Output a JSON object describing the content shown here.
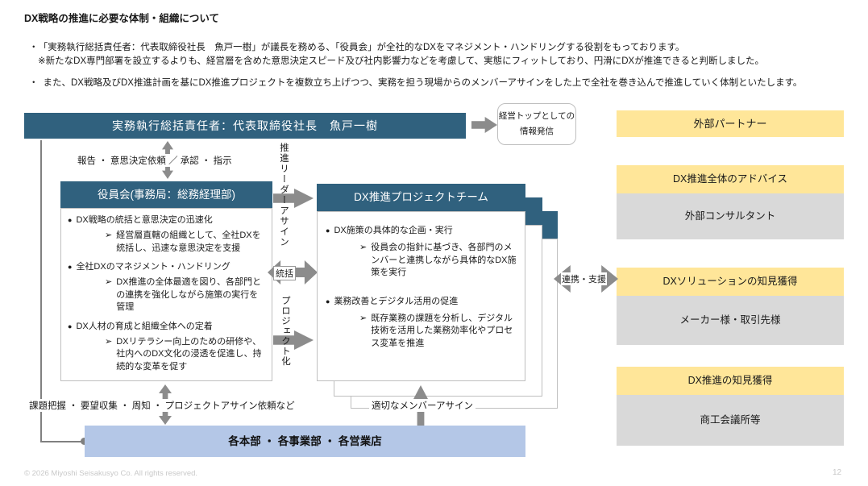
{
  "slide": {
    "title": "DX戦略の推進に必要な体制・組織について",
    "bullet_marker": "・",
    "bullets": [
      {
        "text": "「実務執行総括責任者：代表取締役社長　魚戸一樹」が議長を務める、「役員会」が全社的なDXをマネジメント・ハンドリングする役割をもっております。",
        "note": "※新たなDX専門部署を設立するよりも、経営層を含めた意思決定スピード及び社内影響力などを考慮して、実態にフィットしており、円滑にDXが推進できると判断しました。"
      },
      {
        "text": "また、DX戦略及びDX推進計画を基にDX推進プロジェクトを複数立ち上げつつ、実務を担う現場からのメンバーアサインをした上で全社を巻き込んで推進していく体制といたします。"
      }
    ],
    "footer": "© 2026 Miyoshi Seisakusyo Co. All rights reserved.",
    "page_number": "12"
  },
  "diagram": {
    "markers": {
      "dot": "●",
      "chevron": "➢"
    },
    "executive_bar": "実務執行総括責任者：代表取締役社長　魚戸一樹",
    "callout": {
      "line1": "経営トップとしての",
      "line2": "情報発信"
    },
    "report_label": "報告 ・ 意思決定依頼 ／ 承認 ・ 指示",
    "board": {
      "header": "役員会(事務局：総務経理部)",
      "items": [
        {
          "text": "DX戦略の統括と意思決定の迅速化",
          "sub": "経営層直轄の組織として、全社DXを統括し、迅速な意思決定を支援"
        },
        {
          "text": "全社DXのマネジメント・ハンドリング",
          "sub": "DX推進の全体最適を図り、各部門との連携を強化しながら施策の実行を管理"
        },
        {
          "text": "DX人材の育成と組織全体への定着",
          "sub": "DXリテラシー向上のための研修や、社内へのDX文化の浸透を促進し、持続的な変革を促す"
        }
      ]
    },
    "middle": {
      "leader_assign": "推進リーダーアサイン",
      "control": "統括",
      "projectize": "プロジェクト化"
    },
    "project": {
      "header": "DX推進プロジェクトチーム",
      "items": [
        {
          "text": "DX施策の具体的な企画・実行",
          "sub": "役員会の指針に基づき、各部門のメンバーと連携しながら具体的なDX施策を実行"
        },
        {
          "text": "業務改善とデジタル活用の促進",
          "sub": "既存業務の課題を分析し、デジタル技術を活用した業務効率化やプロセス変革を推進"
        }
      ],
      "member_assign": "適切なメンバーアサイン"
    },
    "tasks_label": "課題把握 ・ 要望収集 ・ 周知 ・ プロジェクトアサイン依頼など",
    "departments": "各本部 ・ 各事業部 ・ 各営業店",
    "renkei_label": "連携・支援",
    "right_panel": {
      "partner_title": "外部パートナー",
      "items": [
        {
          "header": "DX推進全体のアドバイス",
          "body": "外部コンサルタント"
        },
        {
          "header": "DXソリューションの知見獲得",
          "body": "メーカー様・取引先様"
        },
        {
          "header": "DX推進の知見獲得",
          "body": "商工会議所等"
        }
      ]
    },
    "colors": {
      "dark_blue": "#30617E",
      "light_blue": "#B4C7E7",
      "yellow": "#FFE699",
      "gray": "#D9D9D9",
      "arrow_gray": "#8C8C8C"
    }
  }
}
